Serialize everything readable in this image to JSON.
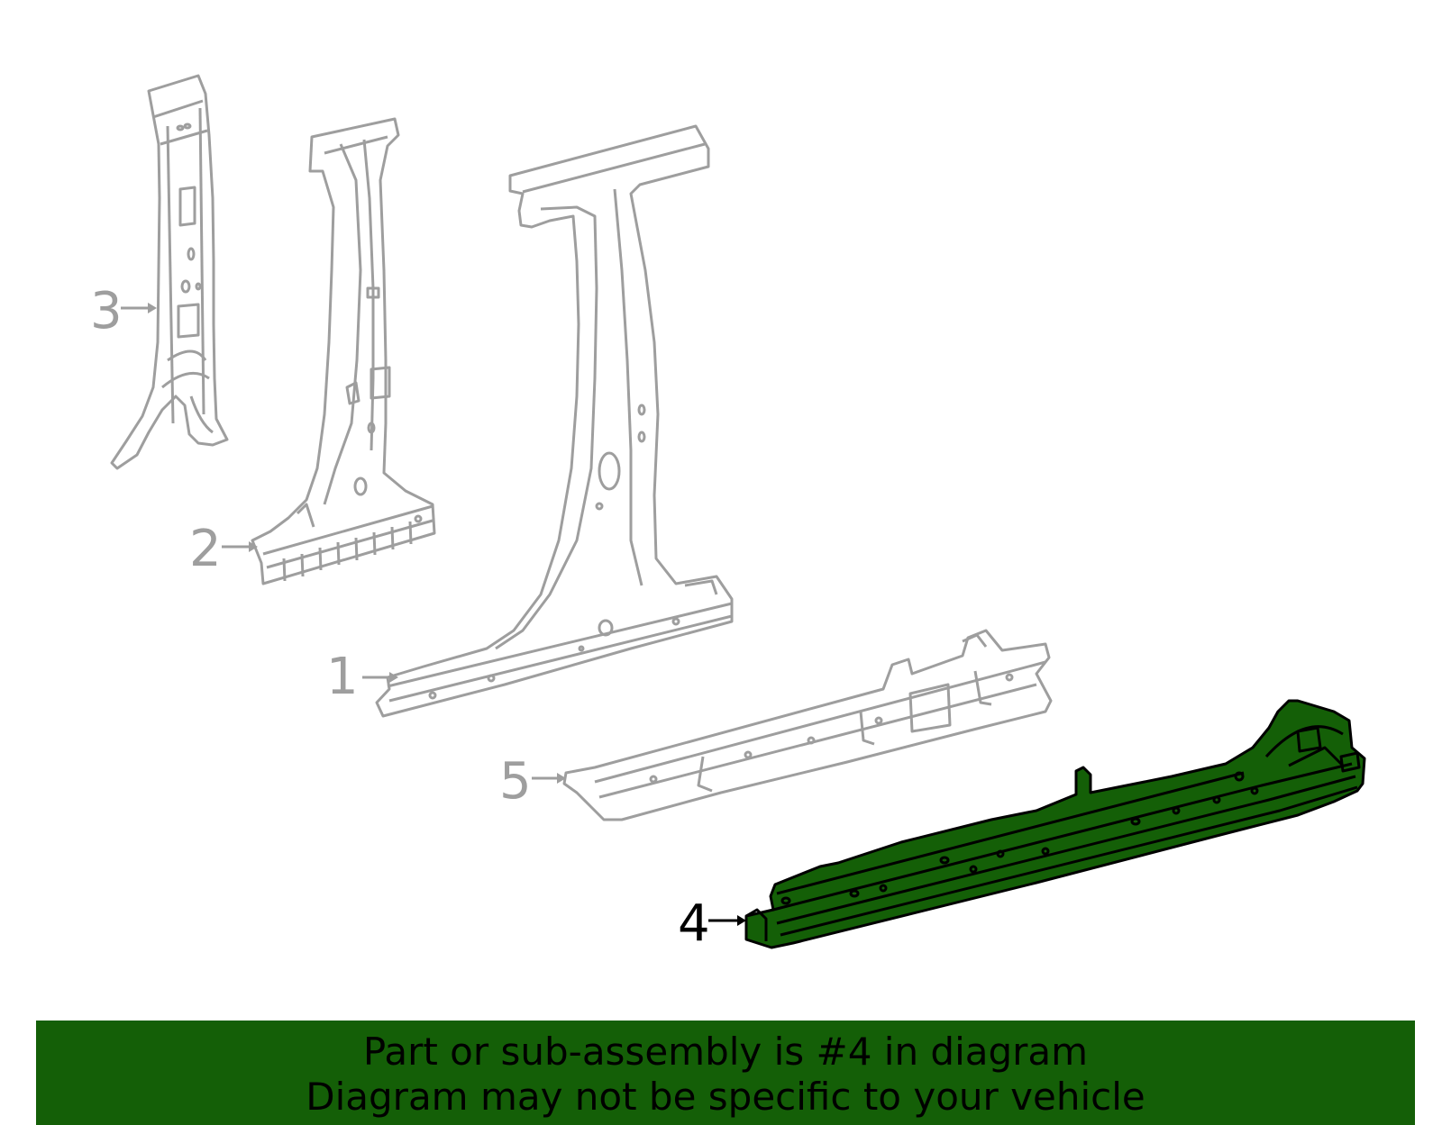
{
  "colors": {
    "gray_part": "#9e9e9e",
    "highlight_fill": "#145f07",
    "highlight_stroke": "#000000",
    "banner_bg": "#145f07"
  },
  "callouts": [
    {
      "id": "1",
      "label": "1",
      "highlighted": false
    },
    {
      "id": "2",
      "label": "2",
      "highlighted": false
    },
    {
      "id": "3",
      "label": "3",
      "highlighted": false
    },
    {
      "id": "4",
      "label": "4",
      "highlighted": true
    },
    {
      "id": "5",
      "label": "5",
      "highlighted": false
    }
  ],
  "banner": {
    "line1": "Part or sub-assembly is #4 in diagram",
    "line2": "Diagram may not be specific to your vehicle"
  }
}
